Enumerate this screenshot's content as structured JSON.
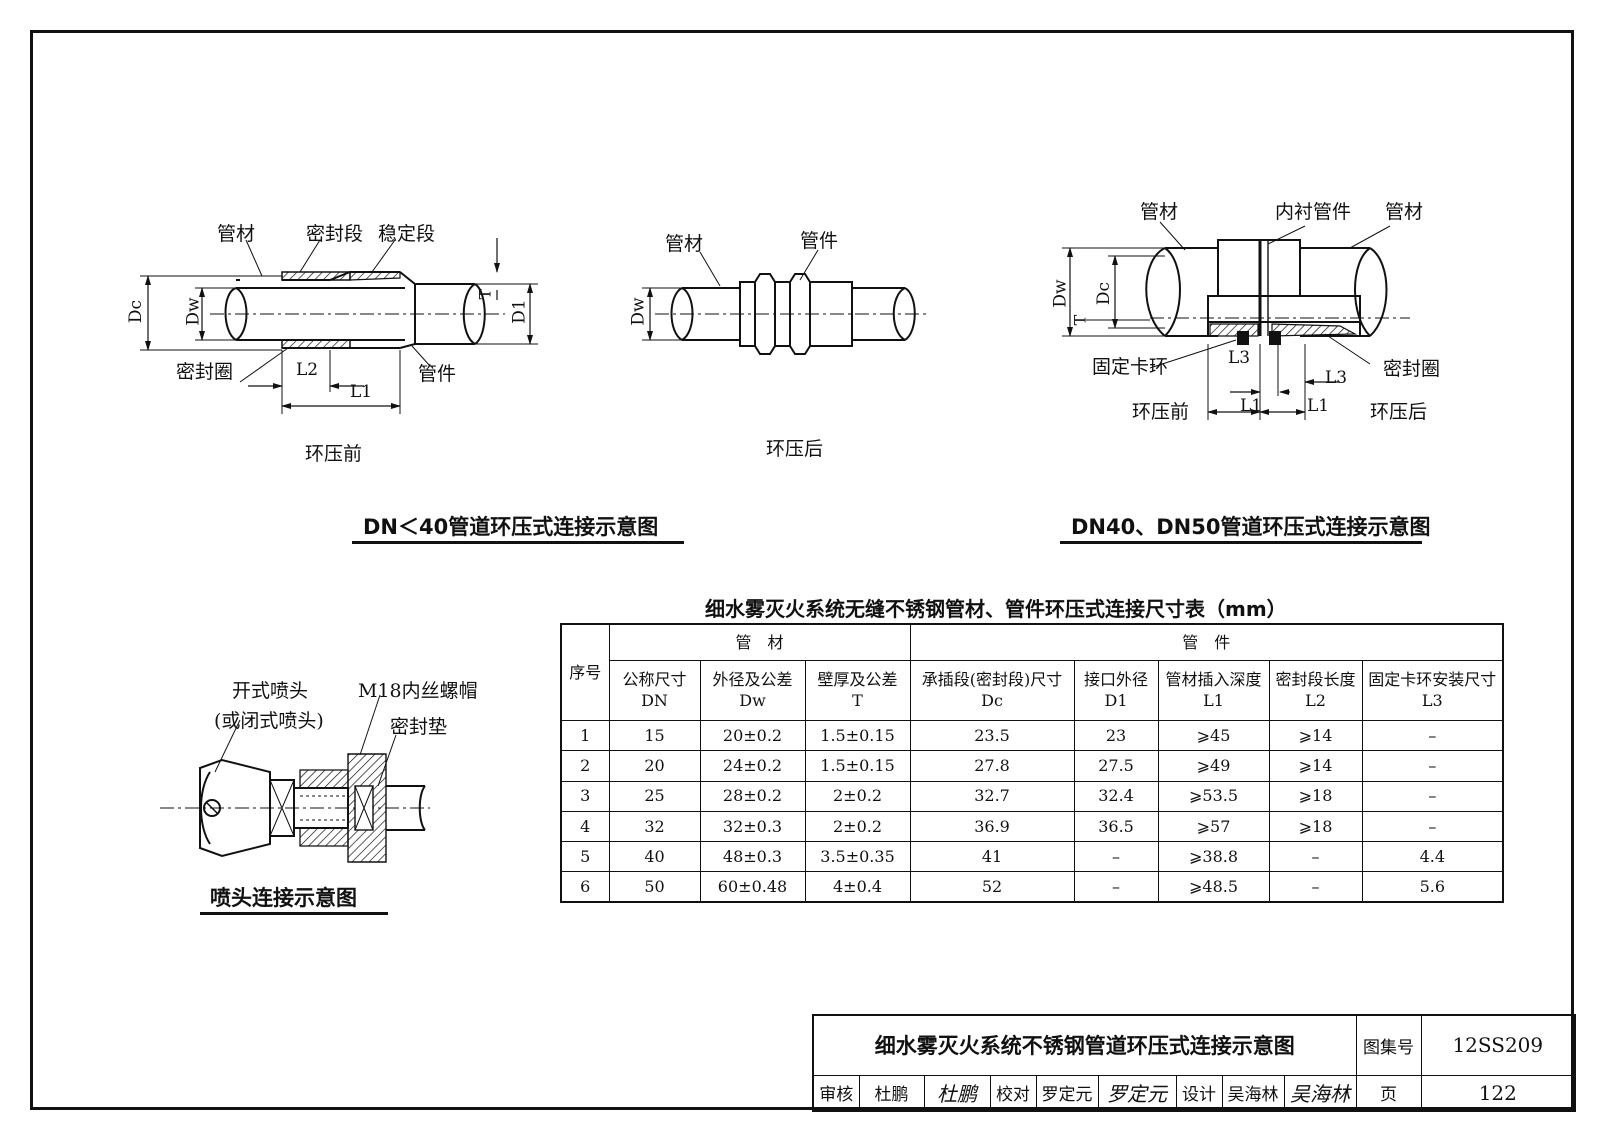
{
  "diagram_a": {
    "labels": {
      "pipe": "管材",
      "seal_section": "密封段",
      "stable_section": "稳定段",
      "dc": "Dc",
      "dw": "Dw",
      "t": "T",
      "d1": "D1",
      "seal_ring": "密封圈",
      "l2": "L2",
      "l1": "L1",
      "fitting": "管件"
    },
    "before": "环压前",
    "after": "环压后",
    "after_labels": {
      "pipe": "管材",
      "fitting": "管件",
      "dw": "Dw"
    },
    "caption": "DN＜40管道环压式连接示意图"
  },
  "diagram_b": {
    "labels": {
      "pipe_left": "管材",
      "lined_fitting": "内衬管件",
      "pipe_right": "管材",
      "dw": "Dw",
      "dc": "Dc",
      "t": "T",
      "fixing_ring": "固定卡环",
      "l3_left": "L3",
      "l3_right": "L3",
      "seal_ring": "密封圈",
      "before": "环压前",
      "l1_left": "L1",
      "l1_right": "L1",
      "after": "环压后"
    },
    "caption": "DN40、DN50管道环压式连接示意图"
  },
  "diagram_c": {
    "labels": {
      "nozzle_line1": "开式喷头",
      "nozzle_line2": "(或闭式喷头)",
      "nut": "M18内丝螺帽",
      "gasket": "密封垫"
    },
    "caption": "喷头连接示意图"
  },
  "table": {
    "title": "细水雾灭火系统无缝不锈钢管材、管件环压式连接尺寸表（mm）",
    "group_pipe": "管　材",
    "group_fitting": "管　件",
    "col_seq": "序号",
    "columns": [
      {
        "name": "公称尺寸",
        "sym": "DN"
      },
      {
        "name": "外径及公差",
        "sym": "Dw"
      },
      {
        "name": "壁厚及公差",
        "sym": "T"
      },
      {
        "name": "承插段(密封段)尺寸",
        "sym": "Dc"
      },
      {
        "name": "接口外径",
        "sym": "D1"
      },
      {
        "name": "管材插入深度",
        "sym": "L1"
      },
      {
        "name": "密封段长度",
        "sym": "L2"
      },
      {
        "name": "固定卡环安装尺寸",
        "sym": "L3"
      }
    ],
    "rows": [
      [
        "1",
        "15",
        "20±0.2",
        "1.5±0.15",
        "23.5",
        "23",
        "⩾45",
        "⩾14",
        "–"
      ],
      [
        "2",
        "20",
        "24±0.2",
        "1.5±0.15",
        "27.8",
        "27.5",
        "⩾49",
        "⩾14",
        "–"
      ],
      [
        "3",
        "25",
        "28±0.2",
        "2±0.2",
        "32.7",
        "32.4",
        "⩾53.5",
        "⩾18",
        "–"
      ],
      [
        "4",
        "32",
        "32±0.3",
        "2±0.2",
        "36.9",
        "36.5",
        "⩾57",
        "⩾18",
        "–"
      ],
      [
        "5",
        "40",
        "48±0.3",
        "3.5±0.35",
        "41",
        "–",
        "⩾38.8",
        "–",
        "4.4"
      ],
      [
        "6",
        "50",
        "60±0.48",
        "4±0.4",
        "52",
        "–",
        "⩾48.5",
        "–",
        "5.6"
      ]
    ]
  },
  "title_block": {
    "title": "细水雾灭火系统不锈钢管道环压式连接示意图",
    "atlas_label": "图集号",
    "atlas_no": "12SS209",
    "review_label": "审核",
    "reviewer": "杜鹏",
    "reviewer_sig": "杜鹏",
    "check_label": "校对",
    "checker": "罗定元",
    "checker_sig": "罗定元",
    "design_label": "设计",
    "designer": "吴海林",
    "designer_sig": "吴海林",
    "page_label": "页",
    "page_no": "122"
  }
}
